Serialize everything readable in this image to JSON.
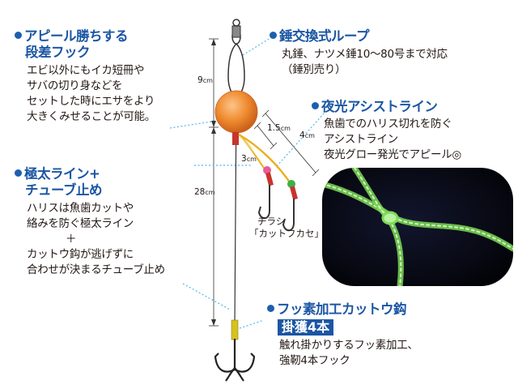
{
  "callouts": {
    "step_hook": {
      "title_line1": "アピール勝ちする",
      "title_line2": "段差フック",
      "lines": [
        "エビ以外にもイカ短冊や",
        "サバの切り身などを",
        "セットした時にエサをより",
        "大きくみせることが可能。"
      ]
    },
    "loop": {
      "title": "錘交換式ループ",
      "lines": [
        "丸錘、ナツメ錘10～80号まで対応",
        "（錘別売り）"
      ]
    },
    "assist": {
      "title": "夜光アシストライン",
      "lines": [
        "魚歯でのハリス切れを防ぐ",
        "アシストライン",
        "夜光グロー発光でアピール◎"
      ]
    },
    "thick_line": {
      "title_line1": "極太ライン+",
      "title_line2": "チューブ止め",
      "lines": [
        "ハリスは魚歯カットや",
        "絡みを防ぐ極太ライン",
        "＋",
        "カットウ鈎が逃げずに",
        "合わせが決まるチューブ止め"
      ]
    },
    "cuttou_hook": {
      "title": "フッ素加工カットウ鈎",
      "badge": "掛獲4本",
      "lines": [
        "触れ掛かりするフッ素加工、",
        "強靭4本フック"
      ]
    }
  },
  "dimensions": {
    "d9": {
      "value": "9",
      "unit": "cm"
    },
    "d28": {
      "value": "28",
      "unit": "cm"
    },
    "d15": {
      "value": "1.5",
      "unit": "cm"
    },
    "d3": {
      "value": "3",
      "unit": "cm"
    },
    "d4": {
      "value": "4",
      "unit": "cm"
    }
  },
  "chirashi": {
    "line1": "チラシ",
    "line2": "「カットフカセ」"
  },
  "colors": {
    "accent": "#1b56a3",
    "float": "#f08c30",
    "glow": "#7ed957",
    "leader_line": "#e8b020"
  }
}
